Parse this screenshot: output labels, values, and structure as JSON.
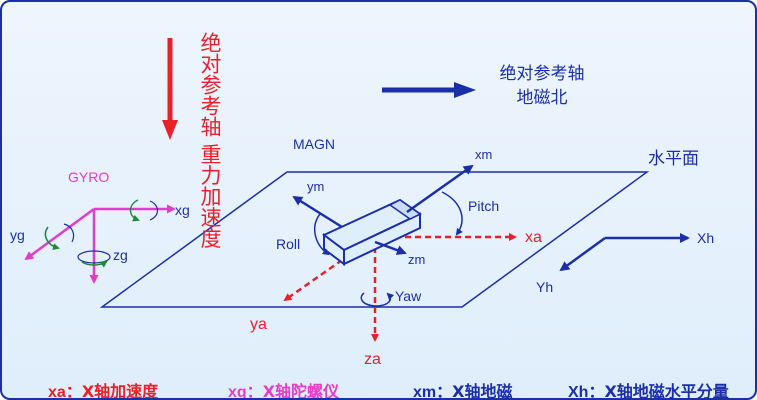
{
  "colors": {
    "red": "#e8202a",
    "blue": "#1b2fa8",
    "magenta": "#e23cc8",
    "green": "#1e8a3a",
    "border": "#1b2fa8"
  },
  "gravity": {
    "col1": "重力加速度",
    "col2": "绝对参考轴"
  },
  "north": {
    "line1": "绝对参考轴",
    "line2": "地磁北"
  },
  "plane_label": "水平面",
  "magn_label": "MAGN",
  "gyro": {
    "title": "GYRO",
    "xg": "xg",
    "yg": "yg",
    "zg": "zg"
  },
  "mag_axes": {
    "xm": "xm",
    "ym": "ym",
    "zm": "zm"
  },
  "angles": {
    "pitch": "Pitch",
    "roll": "Roll",
    "yaw": "Yaw"
  },
  "accel_axes": {
    "xa": "xa",
    "ya": "ya",
    "za": "za"
  },
  "horizontal": {
    "xh": "Xh",
    "yh": "Yh"
  },
  "legend": {
    "xa": {
      "key": "xa",
      "sep": "：",
      "desc": "X轴加速度"
    },
    "xg": {
      "key": "xg",
      "sep": "：",
      "desc": "X轴陀螺仪"
    },
    "xm": {
      "key": "xm",
      "sep": "：",
      "desc": "X轴地磁"
    },
    "xh": {
      "key": "Xh",
      "sep": "：",
      "desc": "X轴地磁水平分量"
    }
  }
}
